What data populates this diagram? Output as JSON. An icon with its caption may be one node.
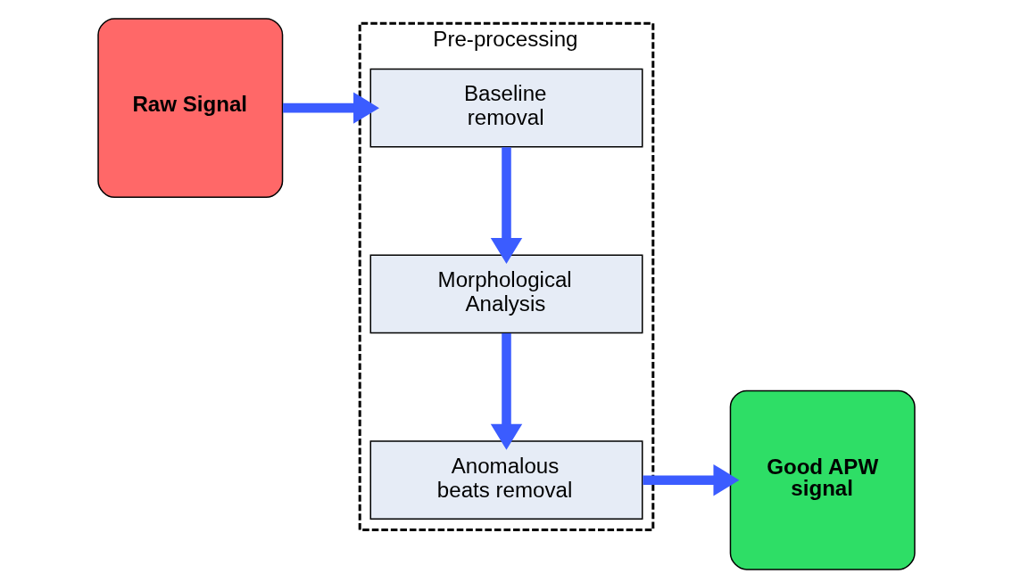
{
  "diagram": {
    "nodes": [
      {
        "text": [
          "Raw Signal"
        ]
      },
      {
        "text": [
          "Pre-processing"
        ]
      },
      {
        "text": [
          "Baseline removal"
        ],
        "in": 1
      },
      {
        "text": [
          "Morphological Analysis"
        ],
        "in": 1
      },
      {
        "text": [
          "Anomalous beats removal"
        ],
        "in": 1
      },
      {
        "text": [
          "Good APW signal"
        ]
      }
    ],
    "edges": [
      {
        "from": 0,
        "to": 2,
        "arrow": "to"
      },
      {
        "from": 2,
        "to": 3,
        "arrow": "to"
      },
      {
        "from": 3,
        "to": 4,
        "arrow": "to"
      },
      {
        "from": 4,
        "to": 5,
        "arrow": "to"
      }
    ]
  }
}
